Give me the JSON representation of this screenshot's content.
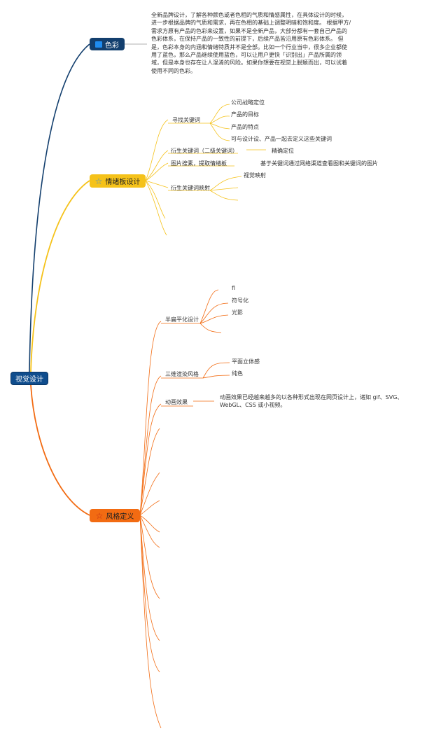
{
  "root": {
    "label": "视觉设计"
  },
  "branches": {
    "color": {
      "label": "色彩",
      "icon": "flag-icon",
      "accent": "#133f6e",
      "description_lines": [
        "全新品牌设计，了解各种颜色或者色相的气质和情感属性，在具体设计的时候，",
        "进一步根据品牌的气质和需求，再在色相的基础上调整明暗和饱和度。 根据甲方/",
        "需求方原有产品的色彩来设置，如果不是全新产品，大部分都有一套自己产品的",
        "色彩体系，在保持产品的一致性的前提下，后续产品皆沿用原有色彩体系。 但",
        "是，色彩本身的内涵和情绪特质并不是全部。比如一个行业当中，很多企业都使",
        "用了蓝色，那么产品继续使用蓝色，可以让用户更快「识别出」产品所属的领",
        "域，但是本身也存在让人混淆的风险。如果你想要在视觉上脱颖而出，可以试着",
        "使用不同的色彩。"
      ]
    },
    "mood": {
      "label": "情绪板设计",
      "icon": "star-icon",
      "accent": "#f5c21a",
      "find_keywords": {
        "label": "寻找关键词",
        "items": [
          "公司战略定位",
          "产品的目标",
          "产品的特点",
          "可与设计设、产品一起去定义这些关键词"
        ]
      },
      "derived_keywords": {
        "label": "衍生关键词（二级关键词）",
        "child": "精确定位"
      },
      "image_search": {
        "label": "图片搜素，提取情绪板",
        "child": "基于关键词通过网络渠道查看图和关键词的图片"
      },
      "keyword_mapping": {
        "label": "衍生关键词映射",
        "child": "视觉映射"
      }
    },
    "style": {
      "label": "风格定义",
      "icon": "star-icon",
      "accent": "#f26b12",
      "semi_flat": {
        "label": "半扁平化设计",
        "items": [
          "fl",
          "符号化",
          "光影"
        ]
      },
      "render_3d": {
        "label": "三维渲染风格",
        "items": [
          "平面立体感",
          "纯色"
        ]
      },
      "animation": {
        "label": "动画效果",
        "description_lines": [
          "动画效果已经越来越多的以各种形式出现在网页设计上，诸如 gif、SVG、",
          "WebGL、CSS 或小视频。"
        ]
      }
    }
  }
}
